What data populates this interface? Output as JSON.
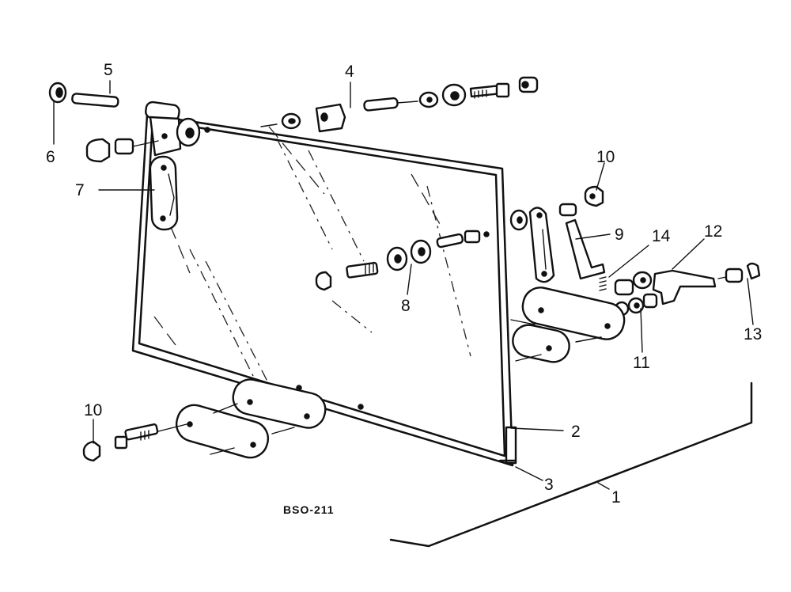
{
  "drawing_code": "BSO-211",
  "callouts": {
    "c1": "1",
    "c2": "2",
    "c3": "3",
    "c4": "4",
    "c5": "5",
    "c6": "6",
    "c7": "7",
    "c8": "8",
    "c9": "9",
    "c10a": "10",
    "c10b": "10",
    "c11": "11",
    "c12": "12",
    "c13": "13",
    "c14": "14"
  }
}
